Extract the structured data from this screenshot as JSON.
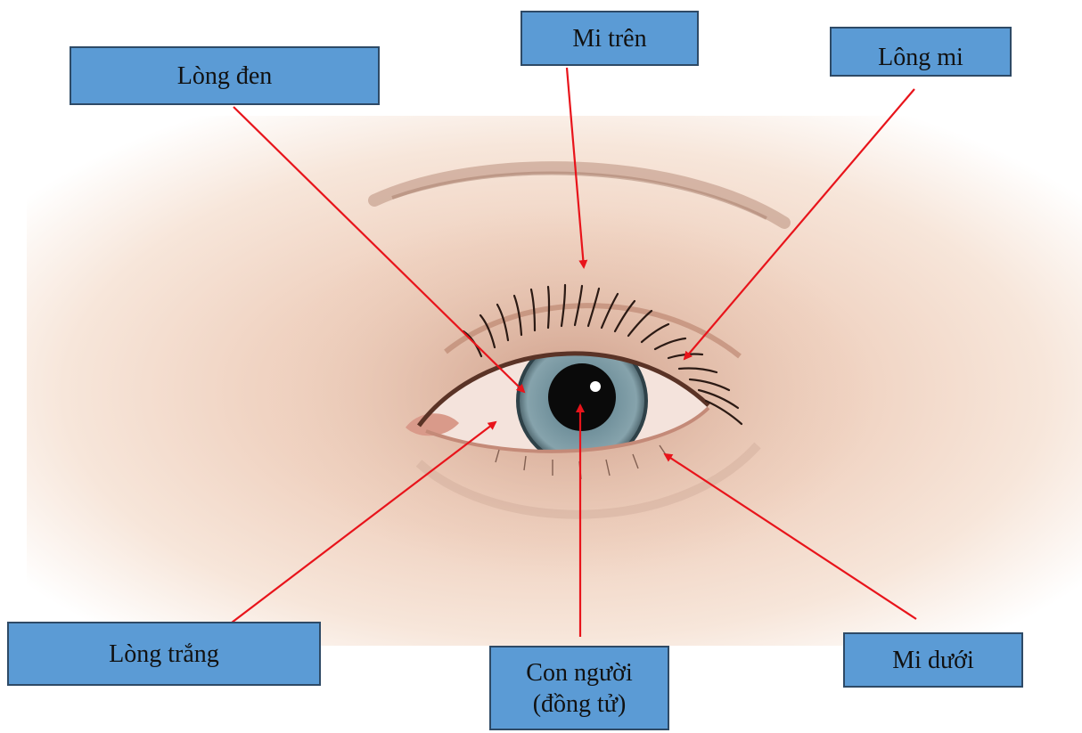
{
  "labels": {
    "long_den": "Lòng đen",
    "mi_tren": "Mi trên",
    "long_mi": "Lông mi",
    "long_trang": "Lòng trắng",
    "con_nguoi": "Con người\n(đồng tử)",
    "mi_duoi": "Mi dưới"
  },
  "colors": {
    "label_fill": "#5b9bd5",
    "label_border": "#2e4a66",
    "arrow": "#e8141b",
    "skin": "#f3dccc",
    "iris": "#6f8f9a",
    "pupil": "#0a0a0a"
  }
}
